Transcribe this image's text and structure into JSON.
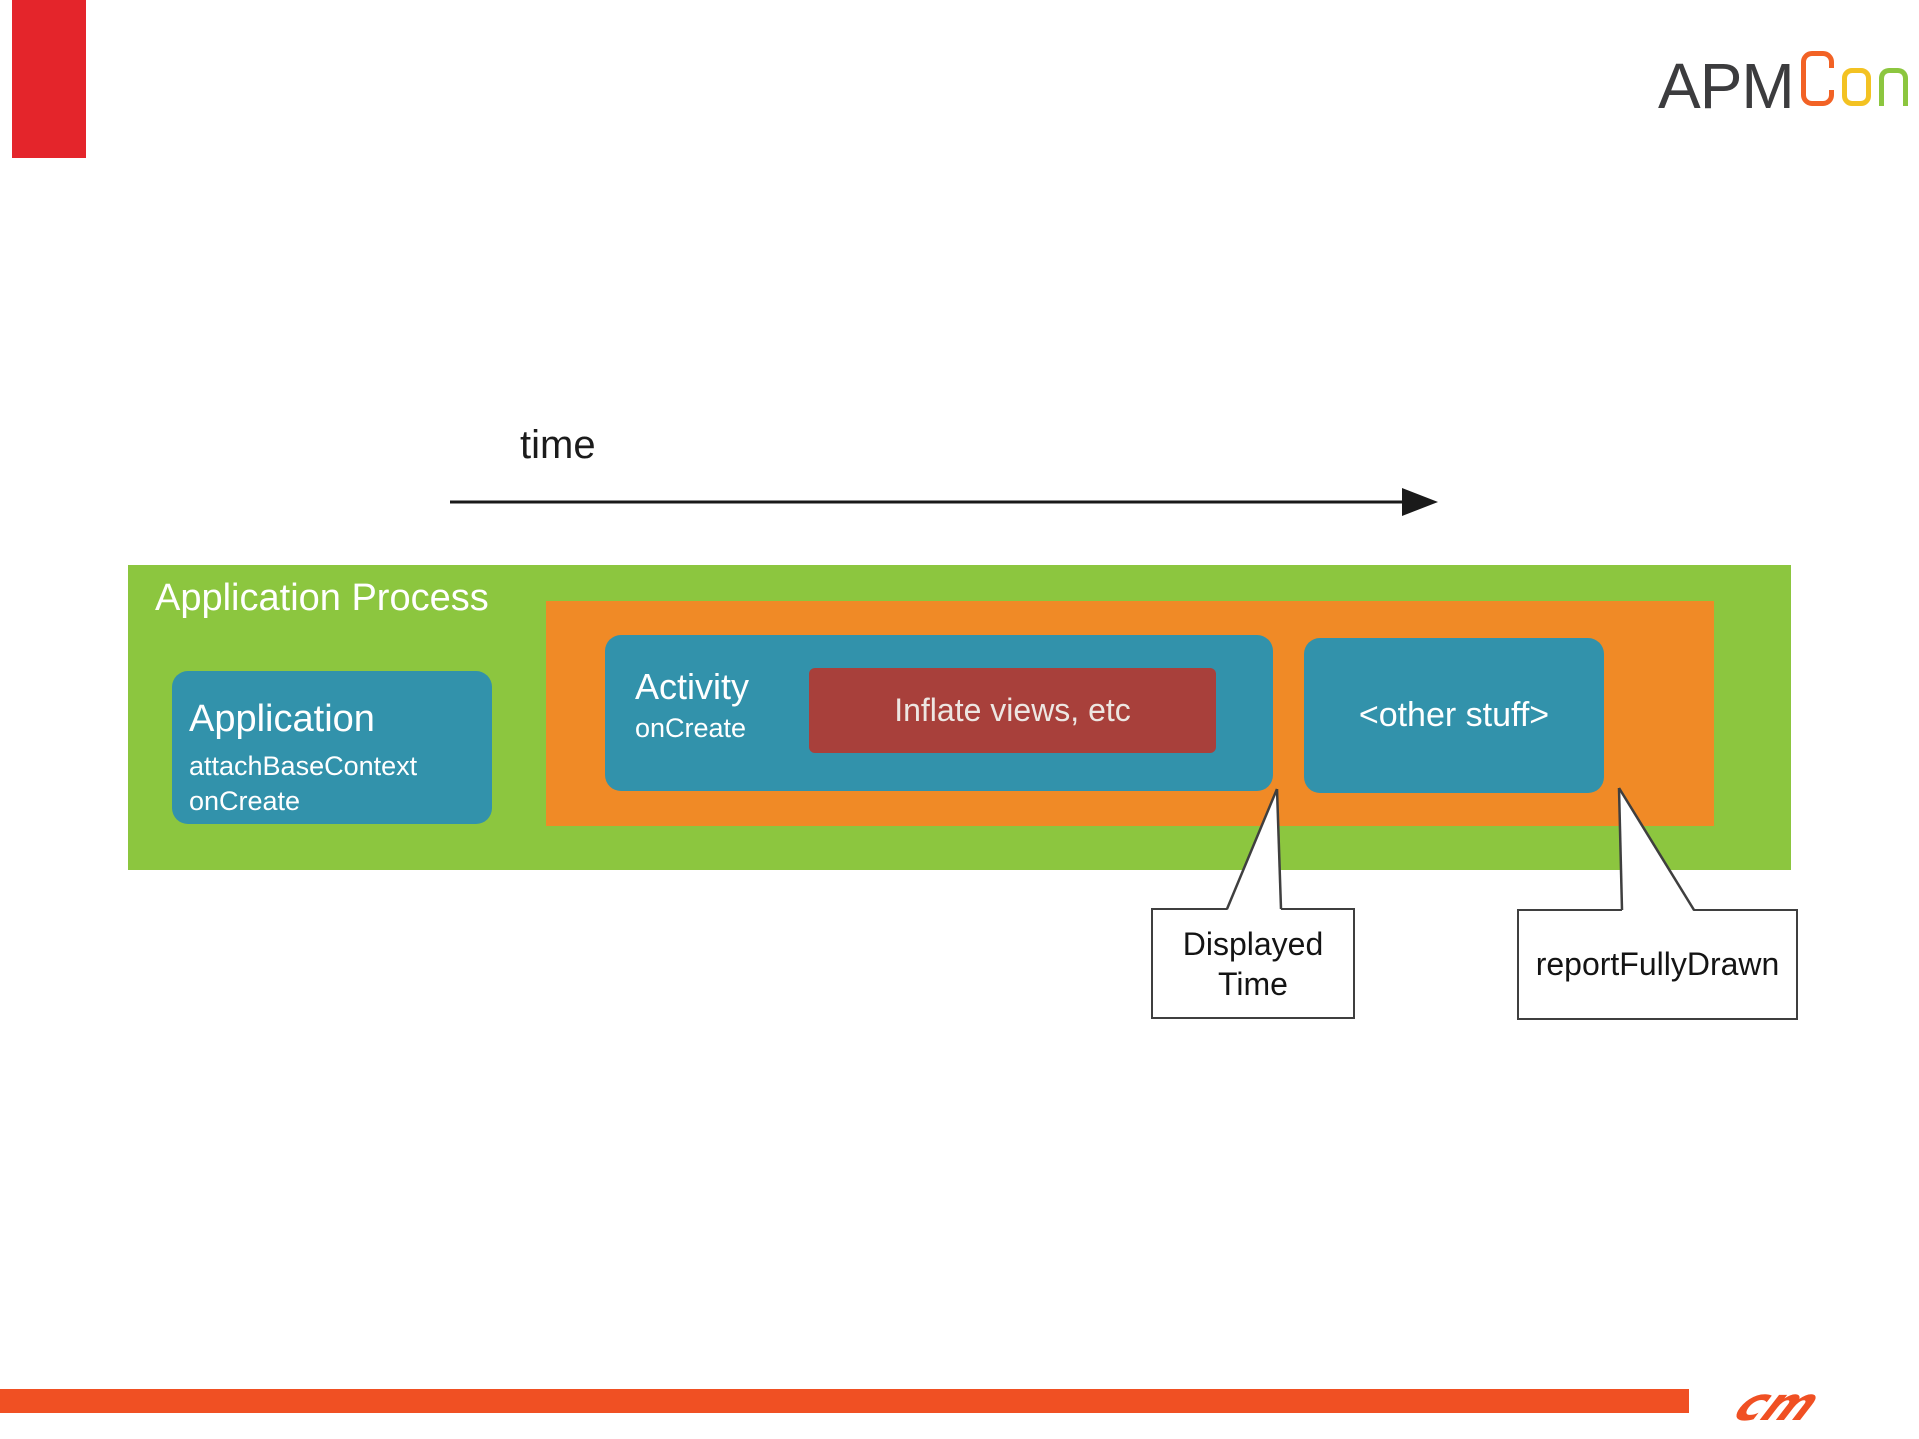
{
  "header": {
    "logo": {
      "apm": "APM",
      "glyphs": [
        "C",
        "o",
        "n"
      ]
    }
  },
  "timeline": {
    "label": "time"
  },
  "diagram": {
    "process_title": "Application Process",
    "application": {
      "title": "Application",
      "line1": "attachBaseContext",
      "line2": "onCreate"
    },
    "activity": {
      "title": "Activity",
      "subtitle": "onCreate",
      "inflate_label": "Inflate views, etc"
    },
    "other_stuff": {
      "label": "<other stuff>"
    }
  },
  "callouts": {
    "displayed_time": {
      "line1": "Displayed",
      "line2": "Time"
    },
    "report_fully_drawn": {
      "label": "reportFullyDrawn"
    }
  },
  "colors": {
    "process_green": "#8CC63F",
    "wrapper_orange": "#F08A26",
    "box_teal": "#3292AB",
    "inflate_brick": "#A8403B",
    "corner_tab_red": "#E4252B",
    "footer_orange": "#F05023",
    "logo_apm_gray": "#3C3C3E",
    "logo_c_orange": "#F26225",
    "logo_o_yellow": "#F3C222",
    "logo_n_green": "#8CC63F"
  }
}
